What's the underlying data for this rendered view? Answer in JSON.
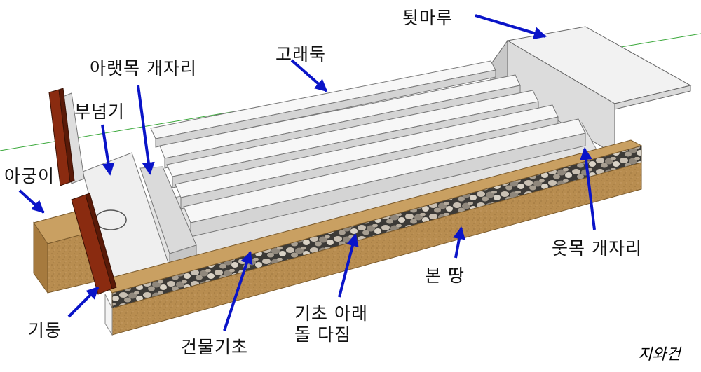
{
  "labels": {
    "toetmaru": "툇마루",
    "araetmok": "아랫목 개자리",
    "goraedeuk": "고래둑",
    "buneomgi": "부넘기",
    "agungi": "아궁이",
    "utmok": "웃목 개자리",
    "bonttang": "본 땅",
    "gicho_line1": "기초 아래",
    "gicho_line2": "돌 다짐",
    "gidung": "기둥",
    "geonmul": "건물기초"
  },
  "signature": "지와건",
  "colors": {
    "arrow": "#0a14c8",
    "soil": "#b58a4e",
    "soil_dark": "#8e6532",
    "wood": "#8a2b10",
    "stone_slab": "#f3f3f3",
    "stone_edge": "#c8c8c8",
    "guide_line": "#3aa83a"
  }
}
